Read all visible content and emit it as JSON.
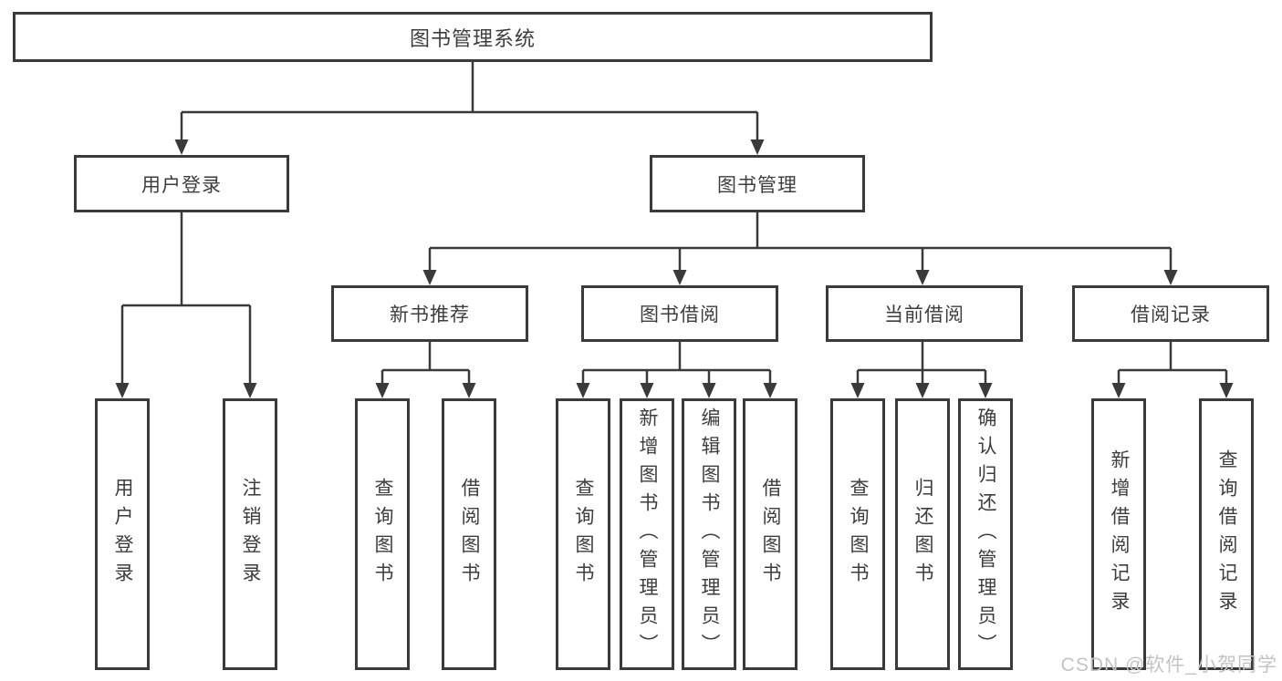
{
  "tree": {
    "label": "图书管理系统",
    "children": [
      {
        "label": "用户登录",
        "children": [
          {
            "label": "用户登录"
          },
          {
            "label": "注销登录"
          }
        ]
      },
      {
        "label": "图书管理",
        "children": [
          {
            "label": "新书推荐",
            "children": [
              {
                "label": "查询图书"
              },
              {
                "label": "借阅图书"
              }
            ]
          },
          {
            "label": "图书借阅",
            "children": [
              {
                "label": "查询图书"
              },
              {
                "label": "新增图书（管理员）"
              },
              {
                "label": "编辑图书（管理员）"
              },
              {
                "label": "借阅图书"
              }
            ]
          },
          {
            "label": "当前借阅",
            "children": [
              {
                "label": "查询图书"
              },
              {
                "label": "归还图书"
              },
              {
                "label": "确认归还（管理员）"
              }
            ]
          },
          {
            "label": "借阅记录",
            "children": [
              {
                "label": "新增借阅记录"
              },
              {
                "label": "查询借阅记录"
              }
            ]
          }
        ]
      }
    ]
  },
  "watermark": "CSDN @软件_小贺同学",
  "colors": {
    "line": "#3a3a3a",
    "text": "#3d3d3d",
    "watermark": "#c3c3c3",
    "background": "#ffffff"
  }
}
